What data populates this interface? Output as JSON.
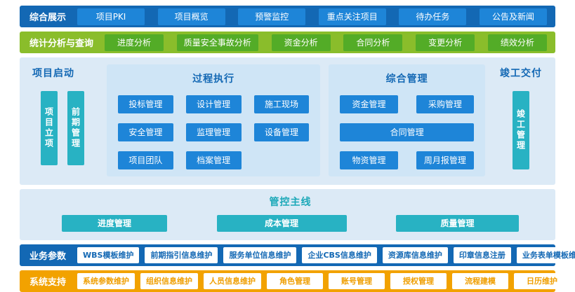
{
  "rows": {
    "display": {
      "label": "综合展示",
      "items": [
        "项目PKI",
        "项目概览",
        "预警监控",
        "重点关注项目",
        "待办任务",
        "公告及新闻"
      ]
    },
    "analysis": {
      "label": "统计分析与查询",
      "items": [
        "进度分析",
        "质量安全事故分析",
        "资金分析",
        "合同分析",
        "变更分析",
        "绩效分析"
      ]
    }
  },
  "main": {
    "startup": {
      "title": "项目启动",
      "items": [
        "项目立项",
        "前期管理"
      ]
    },
    "process": {
      "title": "过程执行",
      "items": [
        "投标管理",
        "设计管理",
        "施工现场",
        "安全管理",
        "监理管理",
        "设备管理",
        "项目团队",
        "档案管理"
      ]
    },
    "comprehensive": {
      "title": "综合管理",
      "items": [
        "资金管理",
        "采购管理",
        "合同管理",
        "物资管理",
        "周月报管理"
      ]
    },
    "completion": {
      "title": "竣工交付",
      "items": [
        "竣工管理"
      ]
    }
  },
  "mainline": {
    "title": "管控主线",
    "items": [
      "进度管理",
      "成本管理",
      "质量管理"
    ]
  },
  "business": {
    "label": "业务参数",
    "items": [
      "WBS模板维护",
      "前期指引信息维护",
      "服务单位信息维护",
      "企业CBS信息维护",
      "资源库信息维护",
      "印章信息注册",
      "业务表单模板维护"
    ]
  },
  "system": {
    "label": "系统支持",
    "items": [
      "系统参数维护",
      "组织信息维护",
      "人员信息维护",
      "角色管理",
      "账号管理",
      "授权管理",
      "流程建模",
      "日历维护"
    ]
  },
  "colors": {
    "dark_blue": "#1368b4",
    "blue_button": "#1e85d8",
    "green_bar": "#8abd2b",
    "green_button": "#53ac27",
    "light_blue_bg": "#dceaf6",
    "panel_bg": "#cfe5f6",
    "teal_button": "#28b2c3",
    "orange_bar": "#f2a200"
  }
}
